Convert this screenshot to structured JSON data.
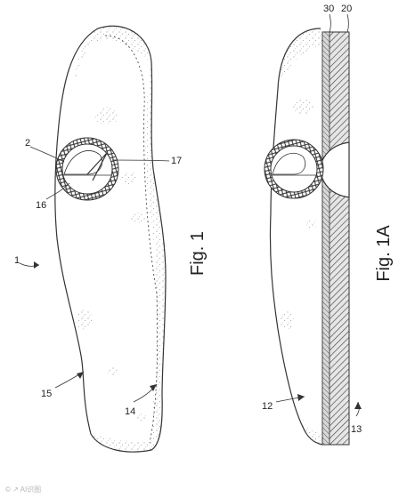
{
  "figures": {
    "fig1": {
      "caption": "Fig. 1",
      "labels": [
        "1",
        "2",
        "14",
        "15",
        "16",
        "17"
      ]
    },
    "fig1a": {
      "caption": "Fig. 1A",
      "labels": [
        "12",
        "13",
        "20",
        "30"
      ]
    }
  },
  "watermark": "© ↗ AI识图"
}
